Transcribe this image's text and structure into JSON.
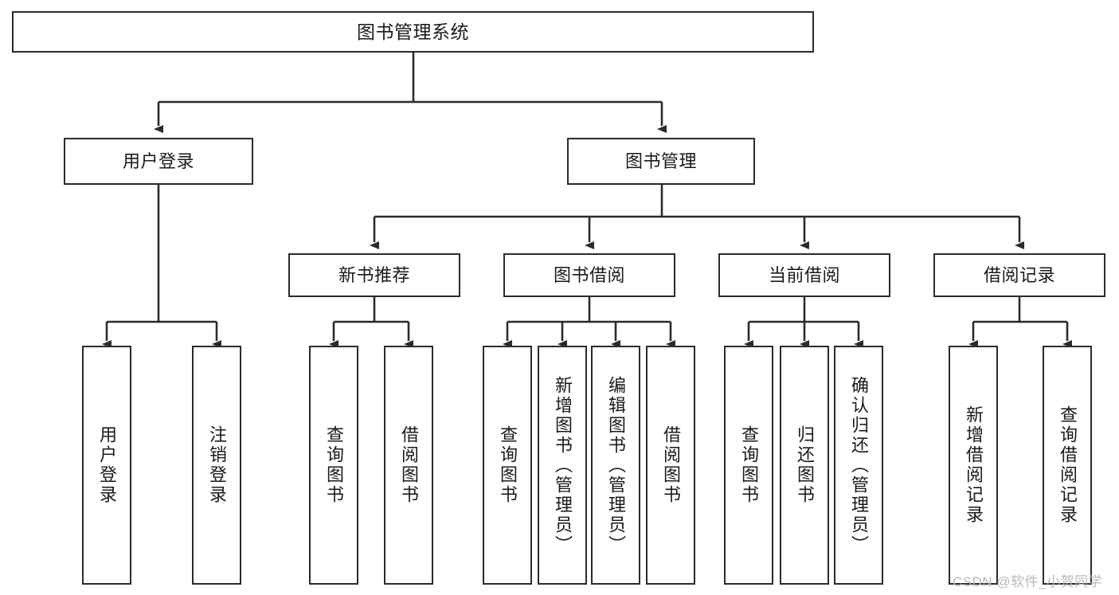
{
  "diagram": {
    "title": "图书管理系统",
    "type": "tree-hierarchy",
    "levels": {
      "root": "图书管理系统",
      "level2": [
        "用户登录",
        "图书管理"
      ],
      "level3": [
        "新书推荐",
        "图书借阅",
        "当前借阅",
        "借阅记录"
      ]
    }
  },
  "nodes": {
    "root": {
      "label": "图书管理系统"
    },
    "user_login": {
      "label": "用户登录"
    },
    "book_manage": {
      "label": "图书管理"
    },
    "new_book_rec": {
      "label": "新书推荐"
    },
    "book_borrow": {
      "label": "图书借阅"
    },
    "current_borrow": {
      "label": "当前借阅"
    },
    "borrow_record": {
      "label": "借阅记录"
    }
  },
  "leaves": {
    "user_login": [
      {
        "label": "用户登录"
      },
      {
        "label": "注销登录"
      }
    ],
    "new_book_rec": [
      {
        "label": "查询图书"
      },
      {
        "label": "借阅图书"
      }
    ],
    "book_borrow": [
      {
        "label": "查询图书"
      },
      {
        "label": "新增图书（管理员）"
      },
      {
        "label": "编辑图书（管理员）"
      },
      {
        "label": "借阅图书"
      }
    ],
    "current_borrow": [
      {
        "label": "查询图书"
      },
      {
        "label": "归还图书"
      },
      {
        "label": "确认归还（管理员）"
      }
    ],
    "borrow_record": [
      {
        "label": "新增借阅记录"
      },
      {
        "label": "查询借阅记录"
      }
    ]
  },
  "watermark": {
    "text": "CSDN @软件_小贺同学"
  },
  "colors": {
    "stroke": "#2b2b2b",
    "fill": "#ffffff",
    "text": "#1a1a1a",
    "watermark": "#b9b9b9"
  }
}
